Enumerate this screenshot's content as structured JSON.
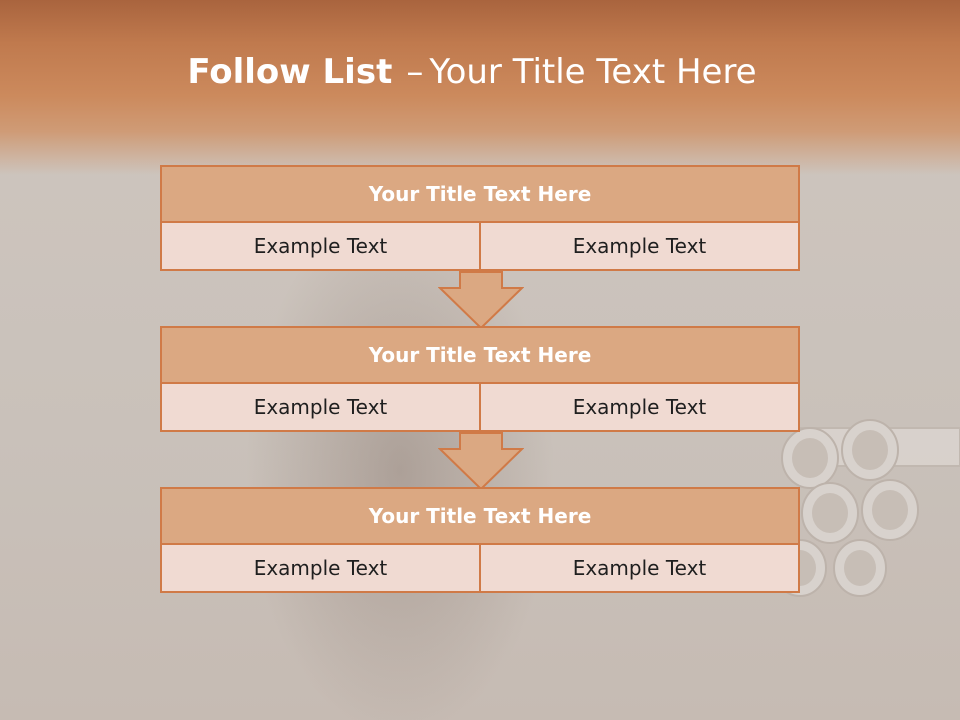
{
  "slide": {
    "title_bold": "Follow List",
    "title_separator": "–",
    "title_rest": "Your Title Text Here"
  },
  "blocks": [
    {
      "title": "Your Title Text Here",
      "left": "Example Text",
      "right": "Example Text"
    },
    {
      "title": "Your Title Text Here",
      "left": "Example Text",
      "right": "Example Text"
    },
    {
      "title": "Your Title Text Here",
      "left": "Example Text",
      "right": "Example Text"
    }
  ],
  "colors": {
    "accent": "#d07a47",
    "header_fill": "#dba882",
    "cell_fill": "#f0dad2",
    "band": "#c07a4e"
  }
}
